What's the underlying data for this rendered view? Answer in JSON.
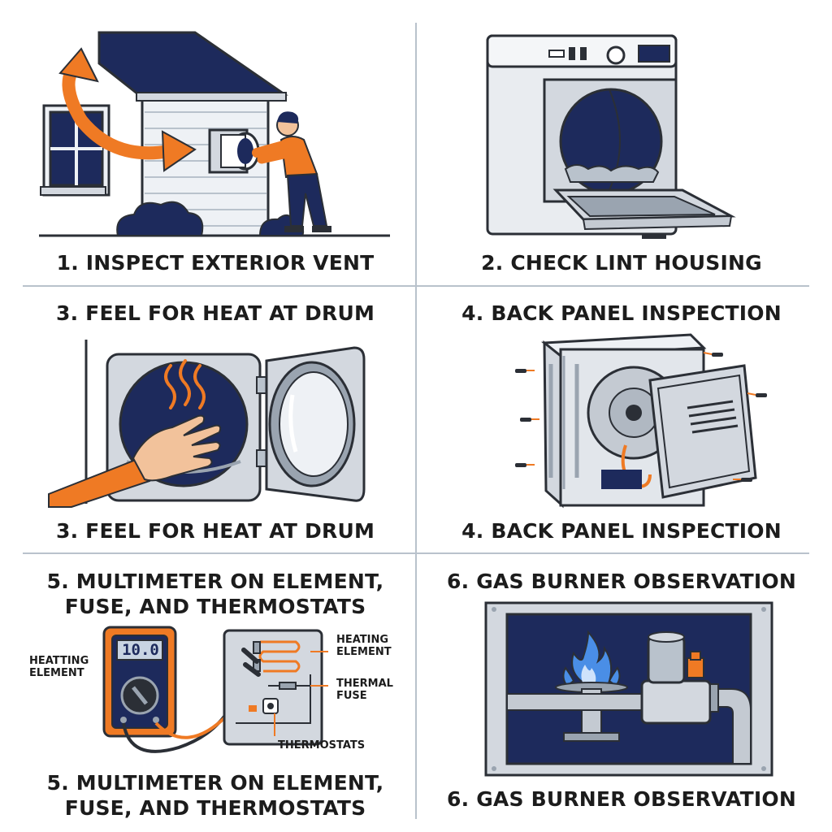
{
  "colors": {
    "navy": "#1d2a5c",
    "orange": "#ef7a24",
    "metal": "#d3d8df",
    "line": "#2b2f36",
    "divider": "#b9c2cc"
  },
  "panels": [
    {
      "id": "p1",
      "bottom_caption": "1. INSPECT EXTERIOR VENT",
      "icon": "house-vent-icon"
    },
    {
      "id": "p2",
      "bottom_caption": "2. CHECK LINT HOUSING",
      "icon": "dryer-lint-icon"
    },
    {
      "id": "p3",
      "top_caption": "3. FEEL FOR HEAT AT DRUM",
      "bottom_caption": "3. FEEL FOR HEAT AT DRUM",
      "icon": "hand-drum-icon"
    },
    {
      "id": "p4",
      "top_caption": "4. BACK PANEL INSPECTION",
      "bottom_caption": "4. BACK PANEL INSPECTION",
      "icon": "back-panel-icon"
    },
    {
      "id": "p5",
      "top_caption": "5. MULTIMETER ON ELEMENT, FUSE, AND THERMOSTATS",
      "bottom_caption": "5. MULTIMETER ON ELEMENT, FUSE, AND THERMOSTATS",
      "icon": "multimeter-icon",
      "multimeter_reading": "10.0",
      "labels": {
        "left": "HEATTING ELEMENT",
        "heating": "HEATING ELEMENT",
        "fuse": "THERMAL FUSE",
        "thermostats": "THERMOSTATS"
      }
    },
    {
      "id": "p6",
      "top_caption": "6. GAS BURNER OBSERVATION",
      "bottom_caption": "6. GAS BURNER OBSERVATION",
      "icon": "gas-burner-icon"
    }
  ]
}
